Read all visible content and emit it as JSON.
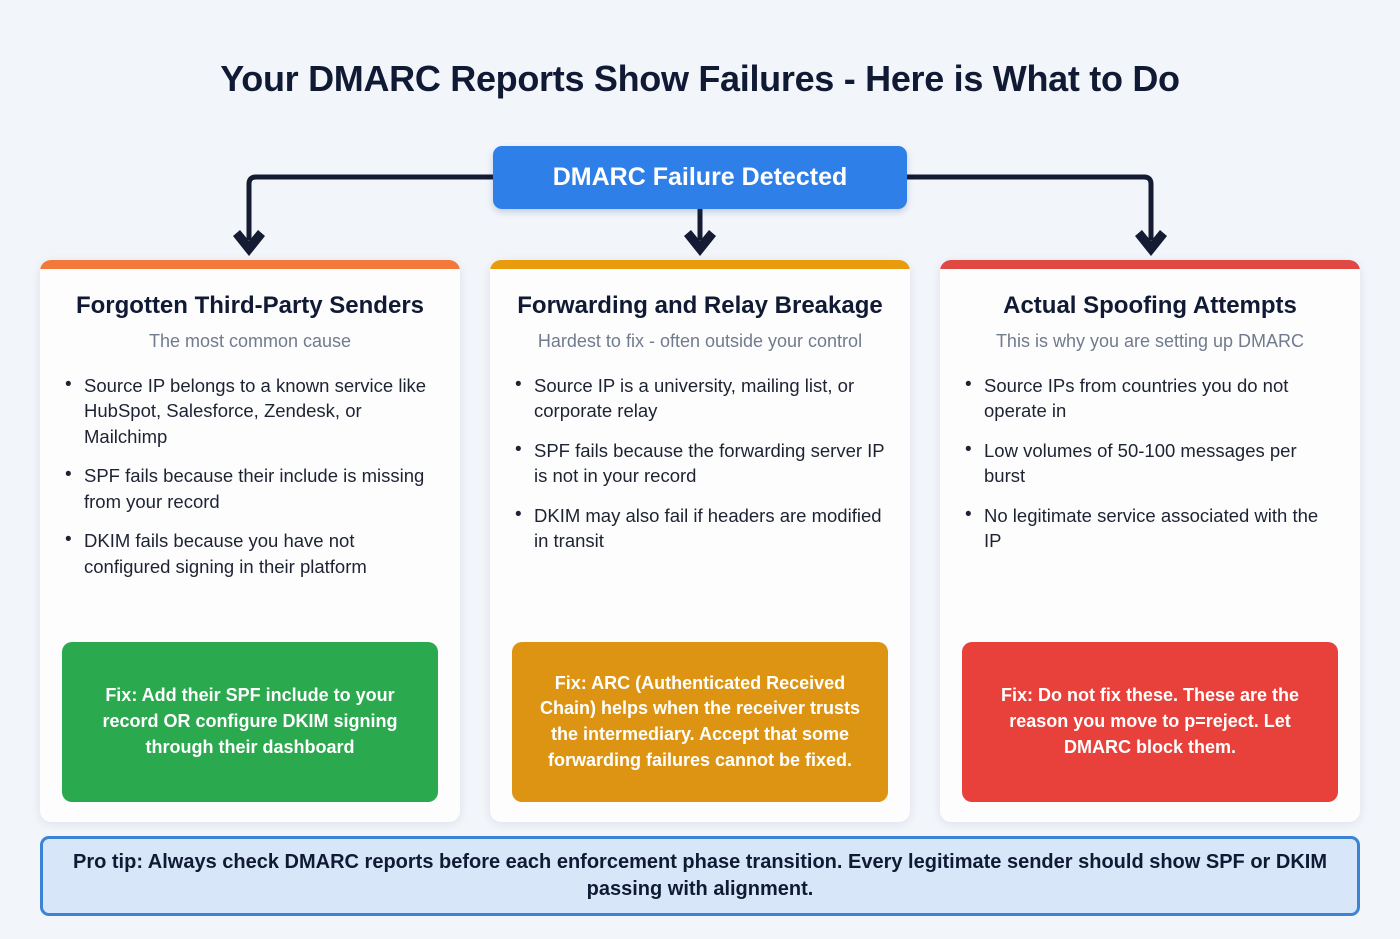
{
  "title": "Your DMARC Reports Show Failures - Here is What to Do",
  "root_node": {
    "label": "DMARC Failure Detected",
    "color": "#2f7fe8"
  },
  "colors": {
    "background": "#f2f5fa",
    "connector": "#141b33",
    "text_dark": "#111a34",
    "text_muted": "#707b8d"
  },
  "cards": [
    {
      "accent": "#f2793a",
      "title": "Forgotten Third-Party Senders",
      "subtitle": "The most common cause",
      "bullets": [
        "Source IP belongs to a known service like HubSpot, Salesforce, Zendesk, or Mailchimp",
        "SPF fails because their include is missing from your record",
        "DKIM fails because you have not configured signing in their platform"
      ],
      "fix": {
        "text": "Fix: Add their SPF include to your record OR configure DKIM signing through their dashboard",
        "color": "#2aa94f"
      }
    },
    {
      "accent": "#e89c0d",
      "title": "Forwarding and Relay Breakage",
      "subtitle": "Hardest to fix - often outside your control",
      "bullets": [
        "Source IP is a university, mailing list, or corporate relay",
        "SPF fails because the forwarding server IP is not in your record",
        "DKIM may also fail if headers are modified in transit"
      ],
      "fix": {
        "text": "Fix: ARC (Authenticated Received Chain) helps when the receiver trusts the intermediary. Accept that some forwarding failures cannot be fixed.",
        "color": "#dd9412"
      }
    },
    {
      "accent": "#e04844",
      "title": "Actual Spoofing Attempts",
      "subtitle": "This is why you are setting up DMARC",
      "bullets": [
        "Source IPs from countries you do not operate in",
        "Low volumes of 50-100 messages per burst",
        "No legitimate service associated with the IP"
      ],
      "fix": {
        "text": "Fix: Do not fix these. These are the reason you move to p=reject. Let DMARC block them.",
        "color": "#e8413c"
      }
    }
  ],
  "footer": {
    "text": "Pro tip: Always check DMARC reports before each enforcement phase transition. Every legitimate sender should show SPF or DKIM passing with alignment.",
    "background": "#d7e6f8",
    "border": "#3b83d4"
  }
}
